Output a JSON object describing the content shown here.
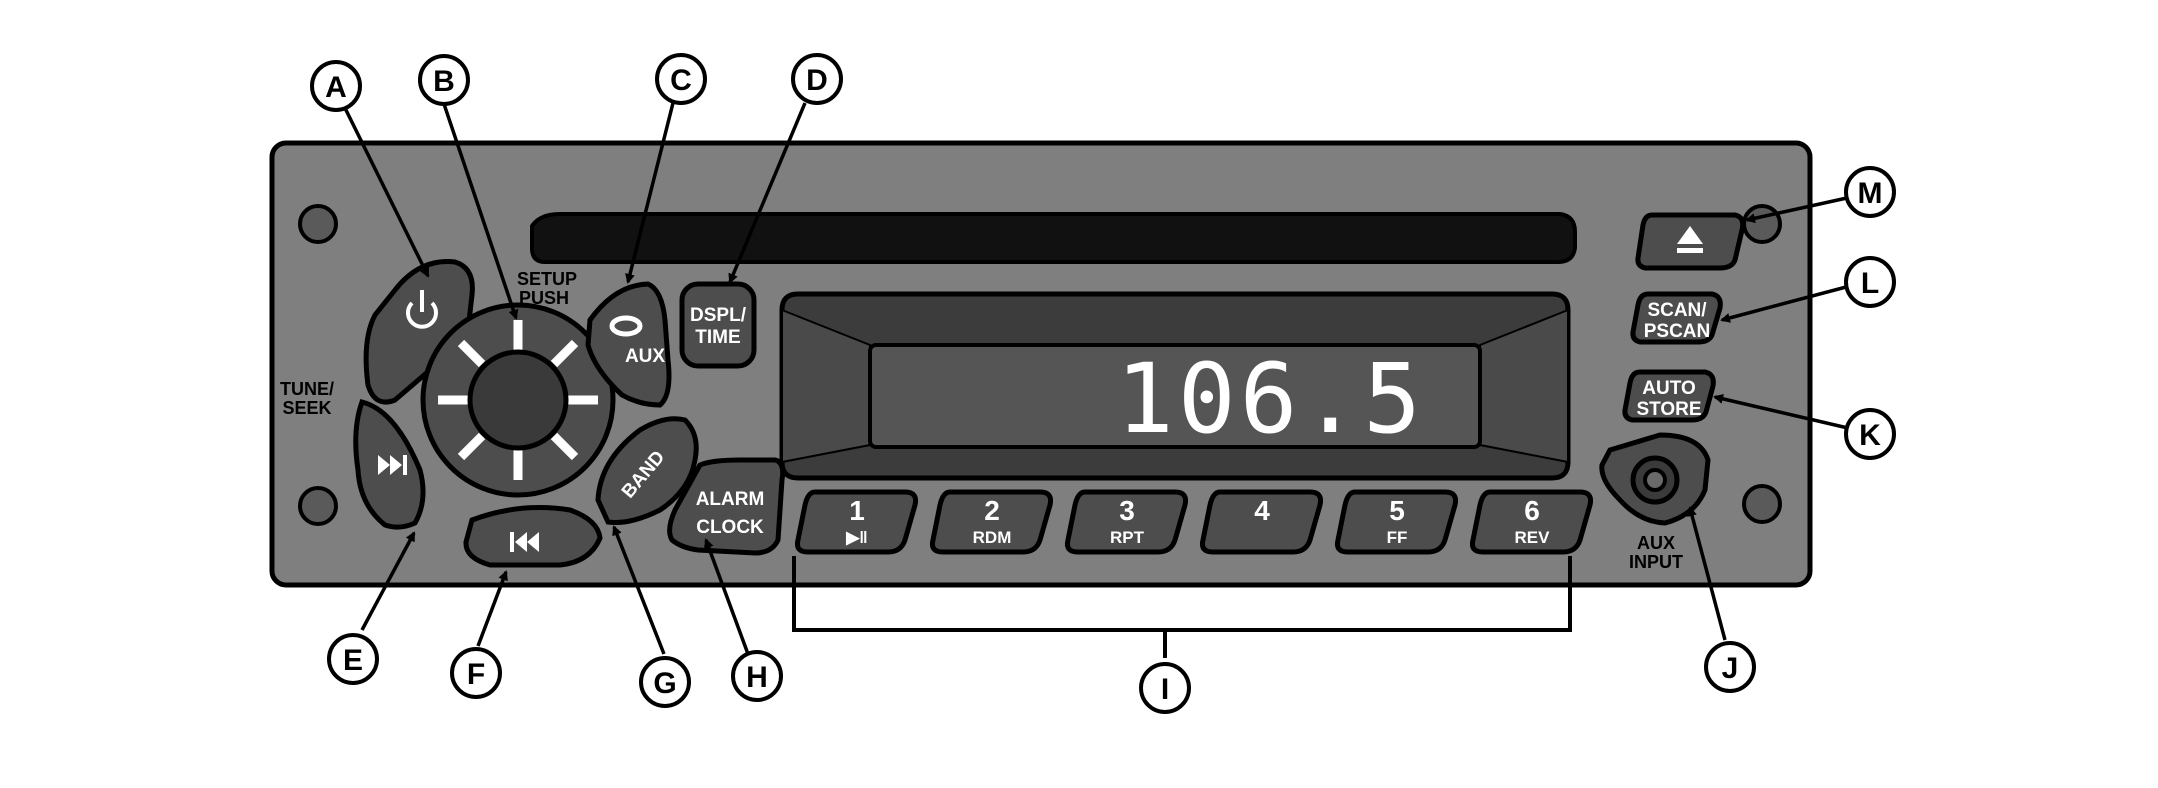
{
  "callouts": {
    "A": "A",
    "B": "B",
    "C": "C",
    "D": "D",
    "E": "E",
    "F": "F",
    "G": "G",
    "H": "H",
    "I": "I",
    "J": "J",
    "K": "K",
    "L": "L",
    "M": "M"
  },
  "labels": {
    "setup_line1": "SETUP",
    "setup_line2": "PUSH",
    "tune_line1": "TUNE/",
    "tune_line2": "SEEK",
    "aux_button": "AUX",
    "dspl_line1": "DSPL/",
    "dspl_line2": "TIME",
    "band_button": "BAND",
    "alarm_line1": "ALARM",
    "alarm_line2": "CLOCK",
    "scan_line1": "SCAN/",
    "scan_line2": "PSCAN",
    "auto_line1": "AUTO",
    "auto_line2": "STORE",
    "aux_input_line1": "AUX",
    "aux_input_line2": "INPUT"
  },
  "display": {
    "frequency": "106.5"
  },
  "presets": [
    {
      "number": "1",
      "sub": "▶‖"
    },
    {
      "number": "2",
      "sub": "RDM"
    },
    {
      "number": "3",
      "sub": "RPT"
    },
    {
      "number": "4",
      "sub": ""
    },
    {
      "number": "5",
      "sub": "FF"
    },
    {
      "number": "6",
      "sub": "REV"
    }
  ],
  "icons": {
    "power": "power-icon",
    "seek_forward": "seek-forward-icon",
    "seek_back": "seek-back-icon",
    "eject": "eject-icon",
    "aux_disc": "aux-disc-icon"
  },
  "colors": {
    "faceplate": "#7f7f7f",
    "button": "#4d4d4d",
    "display_bezel": "#3c3c3c",
    "display_window": "#555555",
    "outline": "#000000",
    "screw": "#5a5a5a"
  }
}
